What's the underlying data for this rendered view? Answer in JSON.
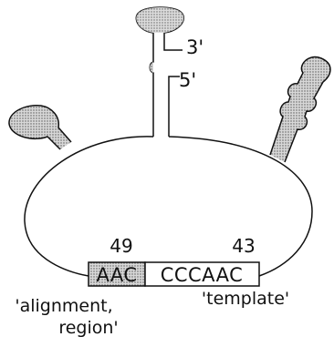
{
  "end_labels": {
    "three_prime": "3'",
    "five_prime": "5'"
  },
  "position_labels": {
    "left": "49",
    "right": "43"
  },
  "sequence": {
    "alignment_part": "AAC",
    "template_part": "CCCAAC"
  },
  "region_labels": {
    "alignment_line1": "'alignment,",
    "alignment_line2": "region'",
    "template": "'template'"
  },
  "colors": {
    "ink": "#111111",
    "alignment_shading": "#bdbdbd"
  }
}
